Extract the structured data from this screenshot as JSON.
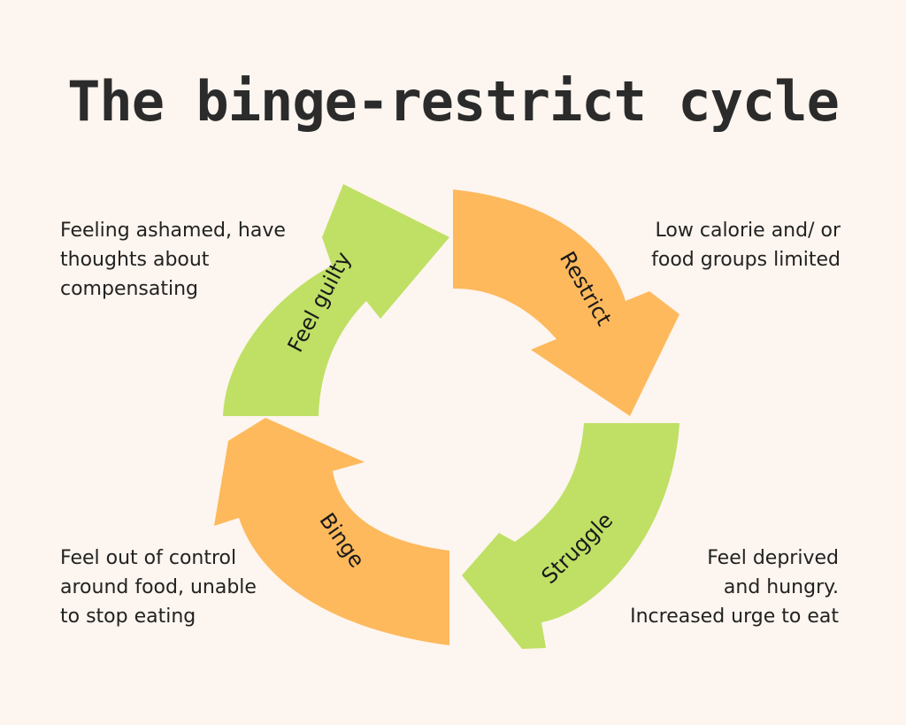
{
  "title": "The binge-restrict cycle",
  "stages": [
    {
      "label": "Restrict",
      "color": "#fdb95c",
      "description": [
        "Low calorie and/ or",
        "food groups limited"
      ]
    },
    {
      "label": "Struggle",
      "color": "#bfe065",
      "description": [
        "Feel deprived",
        "and hungry.",
        "Increased urge to eat"
      ]
    },
    {
      "label": "Binge",
      "color": "#fdb95c",
      "description": [
        "Feel out of control",
        "around food, unable",
        "to stop eating"
      ]
    },
    {
      "label": "Feel guilty",
      "color": "#bfe065",
      "description": [
        "Feeling ashamed, have",
        "thoughts about",
        "compensating"
      ]
    }
  ]
}
